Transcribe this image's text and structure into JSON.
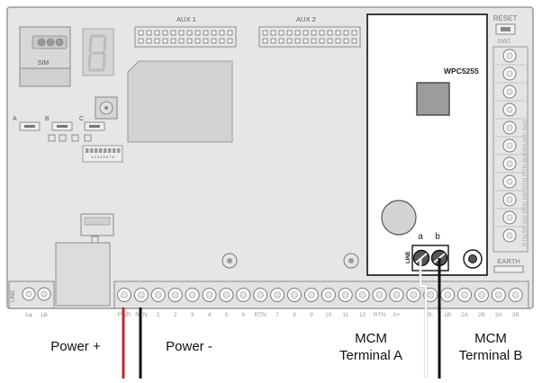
{
  "board": {
    "aux1_label": "AUX 1",
    "aux2_label": "AUX 2",
    "reset_label": "RESET",
    "sw1_label": "SW1",
    "sim_label": "SIM",
    "jumper_a": "A",
    "jumper_b": "B",
    "jumper_c": "C",
    "dip_numbers": "1 2 3 4 5 6 7 8",
    "earth_label": "EARTH",
    "line_left_label": "LINE",
    "line_left_terminals": [
      "La",
      "Lb"
    ],
    "bottom_terminals": [
      "PWR",
      "RTN",
      "1",
      "2",
      "3",
      "4",
      "5",
      "6",
      "RTN",
      "7",
      "8",
      "9",
      "10",
      "11",
      "12",
      "RTN",
      "A+",
      "B-",
      "1B",
      "2A",
      "2B",
      "3A",
      "3B"
    ],
    "right_terminals": [
      "N/O",
      "N/C",
      "RTN",
      "RTN",
      "MP",
      "MP",
      "RTN",
      "RTN"
    ],
    "right_terminals_full": "RTN BF MP RTN MP RTN RTN BUPPA N/C N/O"
  },
  "module": {
    "name": "WPC5255",
    "terminal_a": "a",
    "terminal_b": "b",
    "line_label": "LINE"
  },
  "wires": {
    "power_plus_color": "#c0272d",
    "power_minus_color": "#111111",
    "terminal_a_color": "#ffffff",
    "terminal_b_color": "#111111"
  },
  "captions": {
    "power_plus": "Power +",
    "power_minus": "Power -",
    "mcm_a_line1": "MCM",
    "mcm_a_line2": "Terminal A",
    "mcm_b_line1": "MCM",
    "mcm_b_line2": "Terminal B"
  }
}
